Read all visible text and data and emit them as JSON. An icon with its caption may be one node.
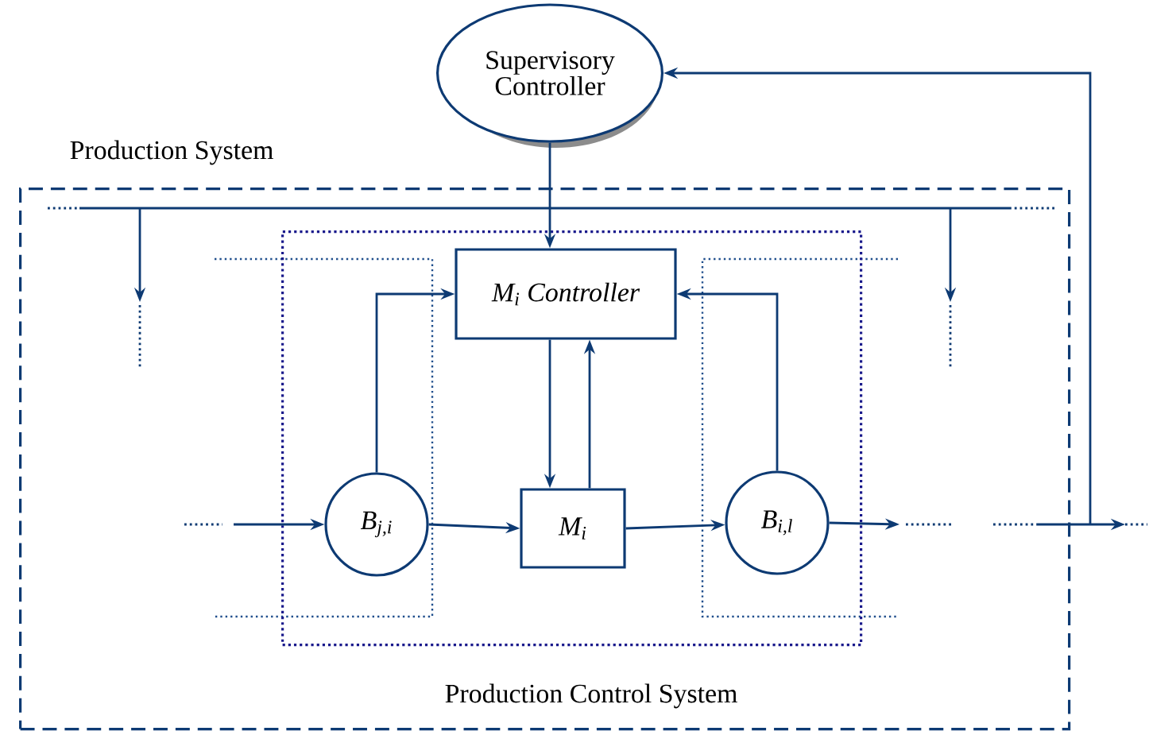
{
  "diagram": {
    "nodes": [
      {
        "text": [
          "Supervisory Controller"
        ]
      },
      {
        "text": [
          "Production System"
        ]
      },
      {
        "text": [
          "Production Control System"
        ],
        "in": 1
      },
      {
        "text": [
          "M$_{i}$ Controller"
        ],
        "in": 2
      },
      {
        "text": [
          "B$_{j,i}$"
        ],
        "in": 2
      },
      {
        "text": [
          "M$_{i}$"
        ],
        "in": 2
      },
      {
        "text": [
          "B$_{i,l}$"
        ],
        "in": 2
      }
    ],
    "edges": [
      {
        "from": 0,
        "to": 3,
        "arrow": "to"
      },
      {
        "from": 4,
        "to": 3,
        "arrow": "to"
      },
      {
        "from": 6,
        "to": 3,
        "arrow": "to"
      },
      {
        "from": 3,
        "to": 5,
        "arrow": "to"
      },
      {
        "from": 5,
        "to": 3,
        "arrow": "to"
      },
      {
        "from": null,
        "to": 4,
        "arrow": "to"
      },
      {
        "from": 4,
        "to": 5,
        "arrow": "to"
      },
      {
        "from": 5,
        "to": 6,
        "arrow": "to"
      },
      {
        "from": 6,
        "to": null,
        "arrow": "to"
      },
      {
        "from": null,
        "to": 0,
        "arrow": "to"
      }
    ]
  }
}
